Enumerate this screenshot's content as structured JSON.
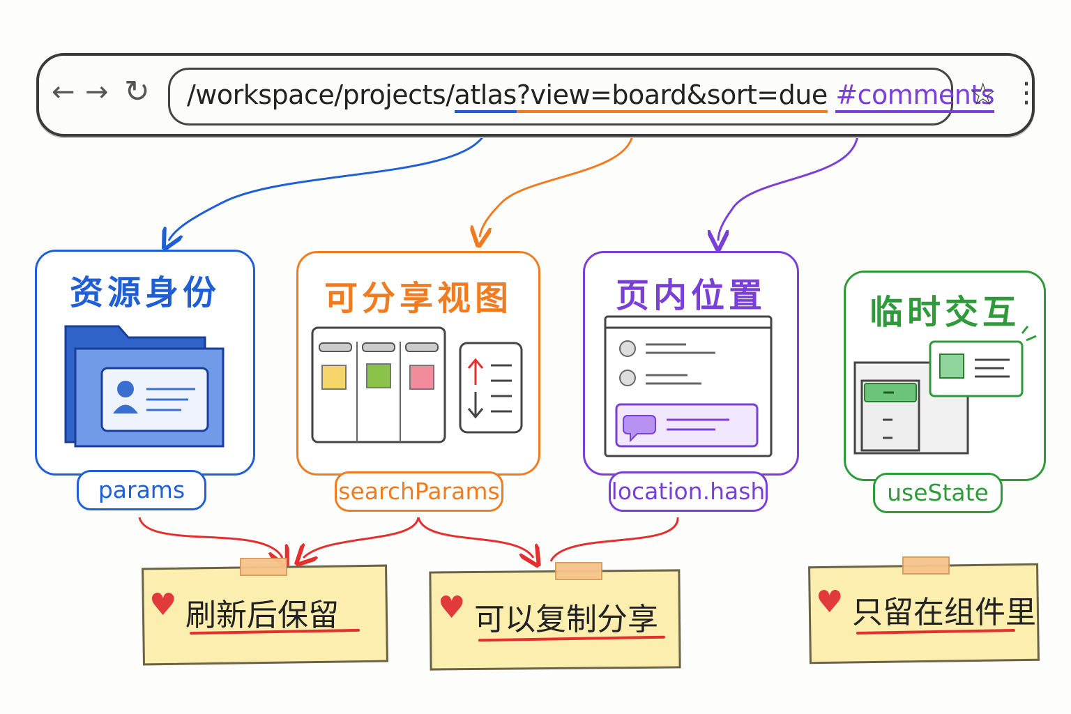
{
  "url_bar": {
    "path": "/workspace/projects/",
    "resource": "atlas",
    "query": "?view=board&sort=due",
    "hash": "#comments"
  },
  "icons": [
    "back-arrow-icon",
    "forward-arrow-icon",
    "refresh-icon",
    "star-icon",
    "more-vert-icon"
  ],
  "cards": [
    {
      "title": "资源身份",
      "tag": "params",
      "color": "#1f5fd6"
    },
    {
      "title": "可分享视图",
      "tag": "searchParams",
      "color": "#f07c22"
    },
    {
      "title": "页内位置",
      "tag": "location.hash",
      "color": "#7a3fd6"
    },
    {
      "title": "临时交互",
      "tag": "useState",
      "color": "#2e9a3a"
    }
  ],
  "notes": [
    {
      "text": "刷新后保留"
    },
    {
      "text": "可以复制分享"
    },
    {
      "text": "只留在组件里"
    }
  ],
  "colors": {
    "blue": "#1f5fd6",
    "orange": "#f07c22",
    "purple": "#7a3fd6",
    "green": "#2e9a3a",
    "red": "#e3302e",
    "note": "#fbeeaf"
  }
}
